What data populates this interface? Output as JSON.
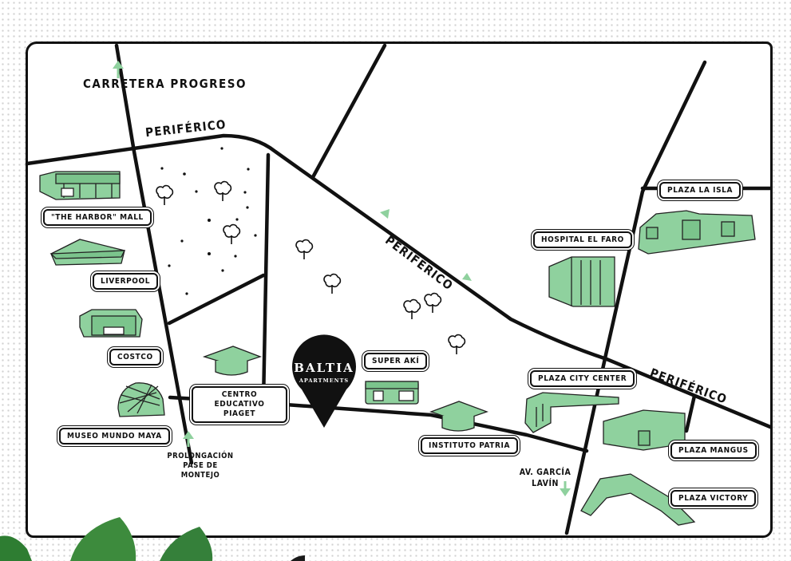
{
  "map": {
    "roads": {
      "carretera_progreso": "CARRETERA PROGRESO",
      "periferico_top": "PERIFÉRICO",
      "periferico_mid": "PERIFÉRICO",
      "periferico_right": "PERIFÉRICO",
      "prolongacion": "PROLONGACIÓN PASE DE MONTEJO",
      "garcia_lavin": "AV. GARCÍA LAVÍN"
    },
    "landmark": {
      "name": "BALTIA",
      "sub": "APARTMENTS"
    },
    "places": {
      "harbor_mall": "\"THE HARBOR\" MALL",
      "liverpool": "LIVERPOOL",
      "costco": "COSTCO",
      "museo": "MUSEO MUNDO MAYA",
      "centro_educativo": "CENTRO EDUCATIVO PIAGET",
      "super_aki": "SUPER AKÍ",
      "instituto_patria": "INSTITUTO PATRIA",
      "hospital_faro": "HOSPITAL EL FARO",
      "plaza_city_center": "PLAZA CITY CENTER",
      "plaza_la_isla": "PLAZA LA ISLA",
      "plaza_mangus": "PLAZA MANGUS",
      "plaza_victory": "PLAZA VICTORY"
    },
    "colors": {
      "building_green": "#8fd19e",
      "pin_black": "#111111",
      "leaf_green": "#2e7d32"
    },
    "icons": [
      "tree-icon",
      "graduation-cap-icon",
      "location-pin-icon",
      "arrow-icon",
      "leaf-icon"
    ]
  }
}
